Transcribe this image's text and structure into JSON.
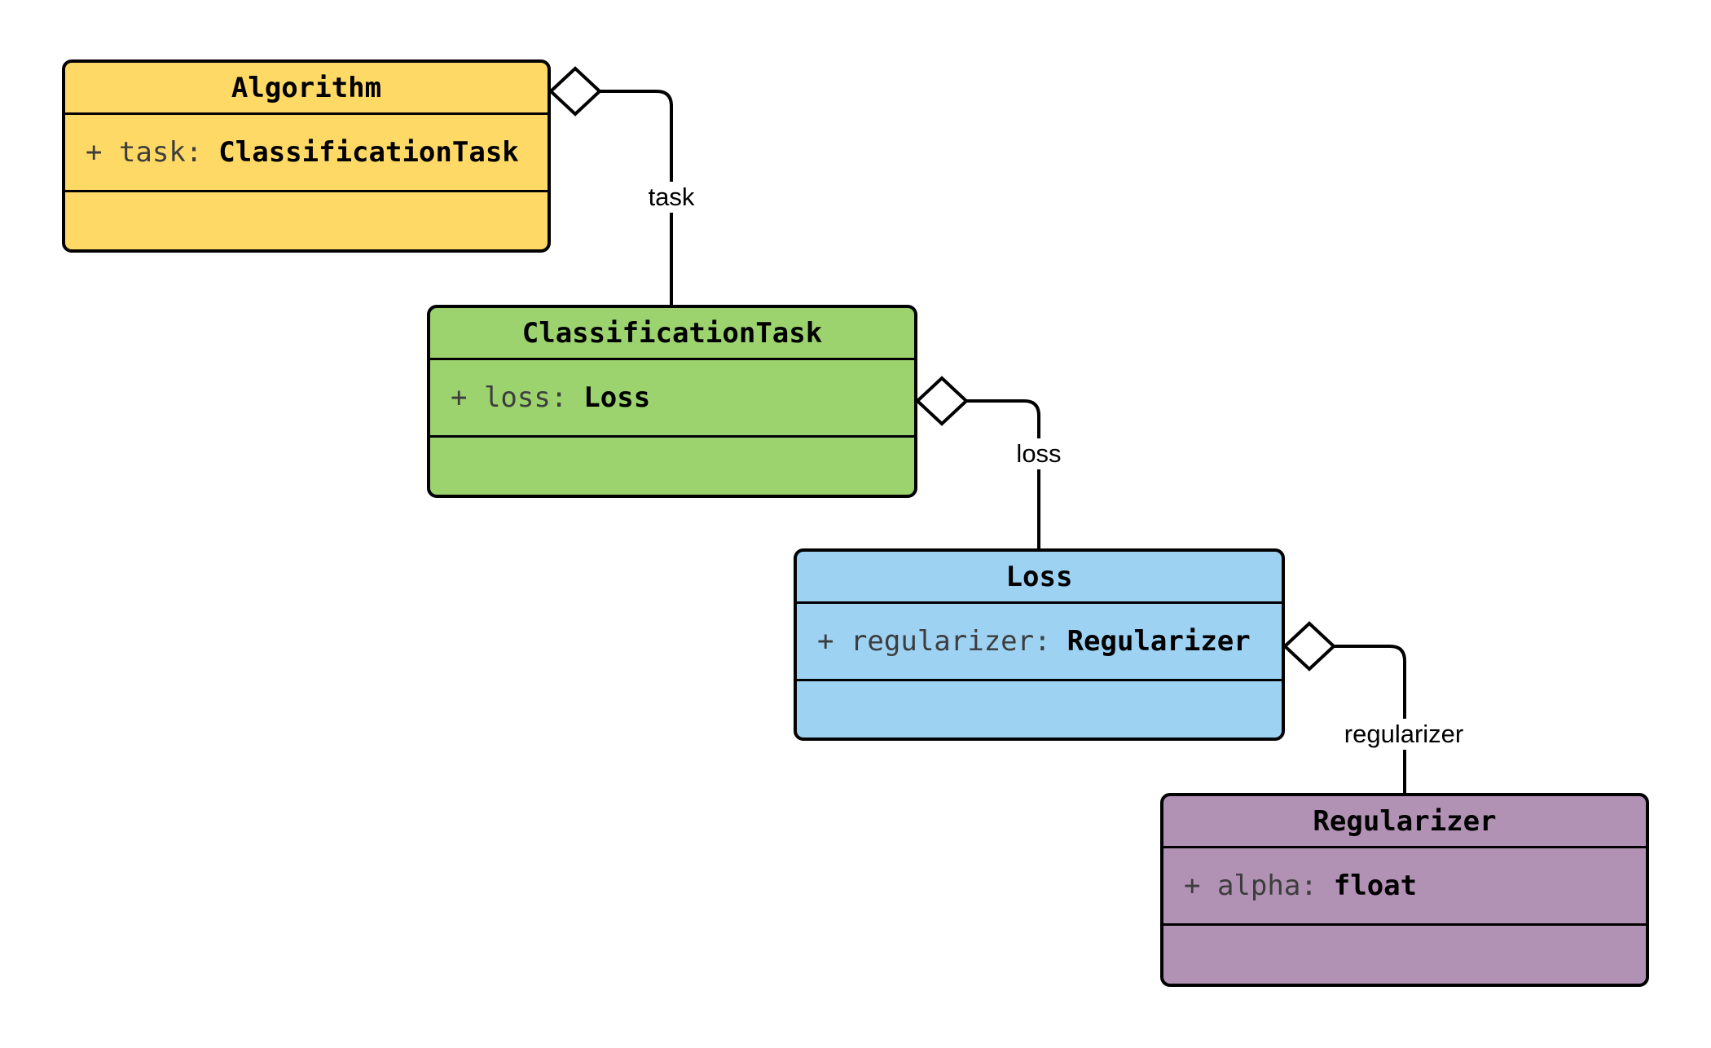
{
  "classes": [
    {
      "name": "Algorithm",
      "fill": "#FFD966",
      "attribute": {
        "prefix": "+ task:",
        "type": "ClassificationTask"
      }
    },
    {
      "name": "ClassificationTask",
      "fill": "#9CD36F",
      "attribute": {
        "prefix": "+ loss:",
        "type": "Loss"
      }
    },
    {
      "name": "Loss",
      "fill": "#9DD2F2",
      "attribute": {
        "prefix": "+ regularizer:",
        "type": "Regularizer"
      }
    },
    {
      "name": "Regularizer",
      "fill": "#B192B4",
      "attribute": {
        "prefix": "+ alpha:",
        "type": "float"
      }
    }
  ],
  "edges": [
    {
      "label": "task",
      "from": "Algorithm",
      "to": "ClassificationTask",
      "kind": "aggregation"
    },
    {
      "label": "loss",
      "from": "ClassificationTask",
      "to": "Loss",
      "kind": "aggregation"
    },
    {
      "label": "regularizer",
      "from": "Loss",
      "to": "Regularizer",
      "kind": "aggregation"
    }
  ],
  "colors": {
    "border": "#000000",
    "line": "#000000",
    "label_text": "#000000",
    "attr_name_text": "#3d3d3d",
    "background": "#ffffff"
  }
}
